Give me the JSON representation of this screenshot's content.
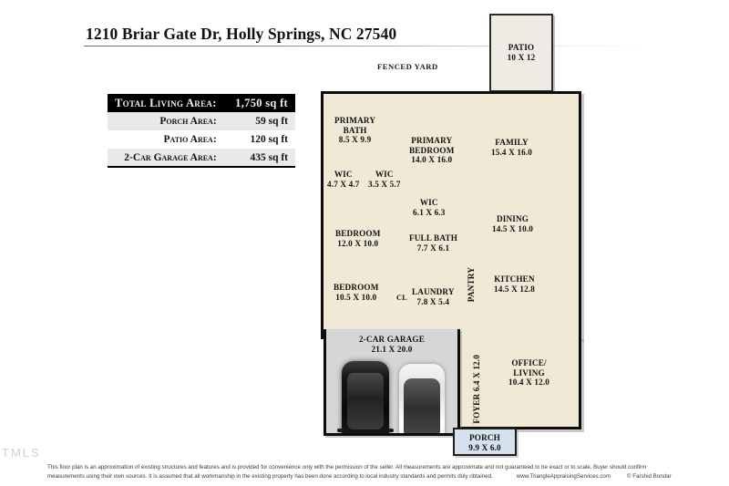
{
  "title": "1210 Briar Gate Dr, Holly Springs, NC 27540",
  "area_table": {
    "rows": [
      {
        "label": "Total Living Area:",
        "value": "1,750 sq ft"
      },
      {
        "label": "Porch Area:",
        "value": "59 sq ft"
      },
      {
        "label": "Patio Area:",
        "value": "120 sq ft"
      },
      {
        "label": "2-Car Garage Area:",
        "value": "435 sq ft"
      }
    ]
  },
  "labels": {
    "fenced_yard": "FENCED YARD"
  },
  "rooms": {
    "patio": {
      "name": "PATIO",
      "dim": "10 X 12"
    },
    "primary_bath": {
      "name": "PRIMARY BATH",
      "line1": "PRIMARY",
      "line2": "BATH",
      "dim": "8.5 X 9.9"
    },
    "wic_left": {
      "name": "WIC",
      "dim": "4.7 X 4.7"
    },
    "wic_right": {
      "name": "WIC",
      "dim": "3.5 X 5.7"
    },
    "primary_bedroom": {
      "name": "PRIMARY BEDROOM",
      "line1": "PRIMARY",
      "line2": "BEDROOM",
      "dim": "14.0 X 16.0"
    },
    "family": {
      "name": "FAMILY",
      "dim": "15.4 X 16.0"
    },
    "wic_center": {
      "name": "WIC",
      "dim": "6.1 X 6.3"
    },
    "bedroom_2": {
      "name": "BEDROOM",
      "dim": "12.0 X 10.0"
    },
    "full_bath": {
      "name": "FULL BATH",
      "dim": "7.7 X 6.1"
    },
    "dining": {
      "name": "DINING",
      "dim": "14.5 X 10.0"
    },
    "bedroom_3": {
      "name": "BEDROOM",
      "dim": "10.5 X 10.0"
    },
    "cl": {
      "name": "CL",
      "dim": ""
    },
    "laundry": {
      "name": "LAUNDRY",
      "dim": "7.8 X 5.4"
    },
    "pantry": {
      "name": "PANTRY",
      "dim": ""
    },
    "kitchen": {
      "name": "KITCHEN",
      "dim": "14.5 X 12.8"
    },
    "garage": {
      "name": "2-CAR GARAGE",
      "dim": "21.1 X 20.0"
    },
    "foyer": {
      "name": "FOYER",
      "dim": "6.4 X 12.0"
    },
    "office_living": {
      "name": "OFFICE/ LIVING",
      "line1": "OFFICE/",
      "line2": "LIVING",
      "dim": "10.4 X 12.0"
    },
    "porch": {
      "name": "PORCH",
      "dim": "9.9 X 6.0"
    }
  },
  "footer": {
    "line1": "This floor plan is an approximation of existing structures and features and is provided for convenience only with the permission of the seller.  All measurements are approximate and not guaranteed to be exact or to scale.  Buyer should confirm",
    "line2a": "measurements using their own sources.  It is assumed that all workmanship in the existing property has been done according to local industry standards and permits duly obtained.",
    "website": "www.TriangleAppraisingServices.com",
    "copyright": "© Farshid Bondar"
  },
  "watermark": "TMLS",
  "colors": {
    "plan_fill": "#efe9d6",
    "patio_fill": "#efeae4",
    "porch_fill": "#d5e2ee",
    "garage_fill": "#d6d6d6",
    "wall": "#0c0c0c",
    "table_header_bg": "#000000",
    "table_header_fg": "#f3efe2",
    "table_alt_bg": "#e9e9e9"
  }
}
